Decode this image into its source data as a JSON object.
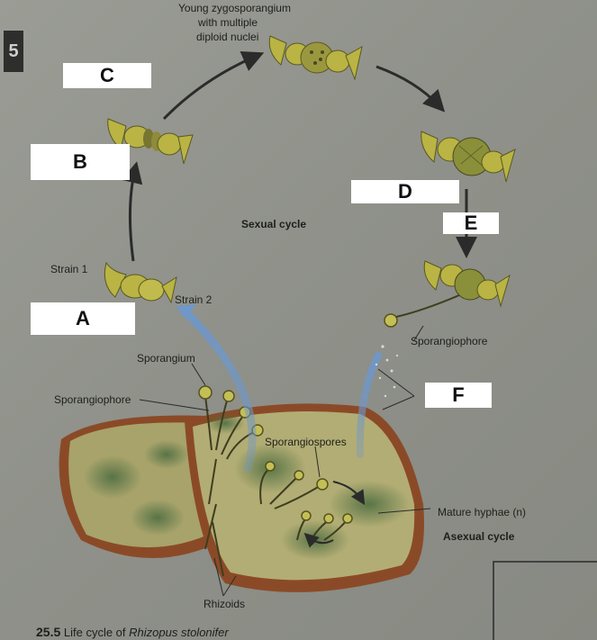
{
  "chapter_tab": "5",
  "labels": {
    "young_zygosporangium": [
      "Young zygosporangium",
      "with multiple",
      "diploid nuclei"
    ],
    "sexual_cycle": "Sexual cycle",
    "asexual_cycle": "Asexual cycle",
    "strain1": "Strain 1",
    "strain2": "Strain 2",
    "sporangium": "Sporangium",
    "sporangiophore_left": "Sporangiophore",
    "sporangiophore_right": "Sporangiophore",
    "sporangiospores": "Sporangiospores",
    "mature_hyphae": "Mature hyphae (n)",
    "rhizoids": "Rhizoids"
  },
  "answer_boxes": {
    "a": "A",
    "b": "B",
    "c": "C",
    "d": "D",
    "e": "E",
    "f": "F"
  },
  "caption": {
    "figure_number": "25.5",
    "text": "Life cycle of",
    "species": "Rhizopus stolonifer"
  },
  "colors": {
    "hyphae_yellow": "#b9b443",
    "hyphae_dark": "#6d6b2c",
    "bread_crust": "#b0623a",
    "mold_green": "#5d7a4c",
    "arrow_dark": "#2b2b2b",
    "arrow_blue": "#6f97c9"
  }
}
